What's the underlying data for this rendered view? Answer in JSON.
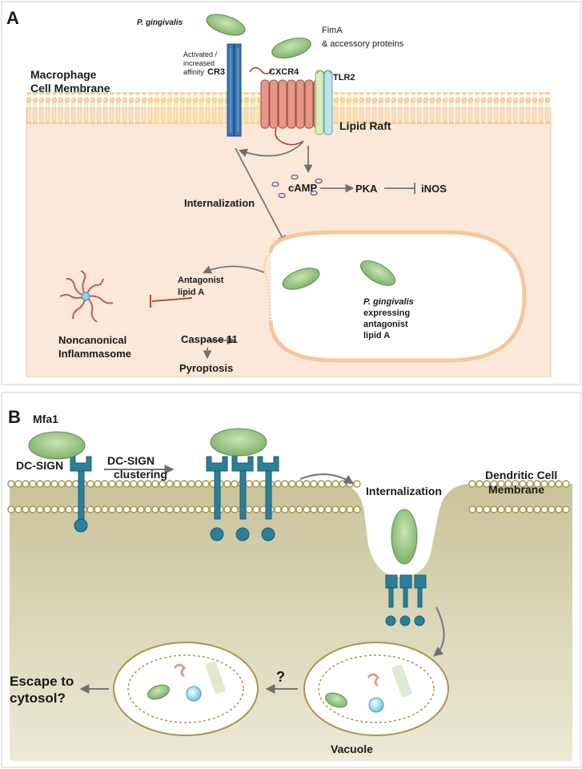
{
  "panel_a": {
    "letter": "A",
    "membrane_label_1": "Macrophage",
    "membrane_label_2": "Cell Membrane",
    "pathogen_top": "P. gingivalis",
    "fima_1": "FimA",
    "fima_2": "& accessory proteins",
    "activated_1": "Activated /",
    "activated_2": "increased",
    "activated_3": "affinity",
    "cr3": "CR3",
    "cxcr4": "CXCR4",
    "tlr2": "TLR2",
    "lipid_raft": "Lipid Raft",
    "camp": "cAMP",
    "pka": "PKA",
    "inos": "iNOS",
    "internalization": "Internalization",
    "antagonist_1": "Antagonist",
    "antagonist_2": "lipid A",
    "vacuole_1": "P. gingivalis",
    "vacuole_2": "expressing",
    "vacuole_3": "antagonist",
    "vacuole_4": "lipid A",
    "noncanonical_1": "Noncanonical",
    "noncanonical_2": "Inflammasome",
    "caspase": "Caspase 11",
    "pyroptosis": "Pyroptosis"
  },
  "panel_b": {
    "letter": "B",
    "mfa1": "Mfa1",
    "dcsign": "DC-SIGN",
    "clustering_1": "DC-SIGN",
    "clustering_2": "clustering",
    "internalization": "Internalization",
    "dc_membrane_1": "Dendritic Cell",
    "dc_membrane_2": "Membrane",
    "escape_1": "Escape to",
    "escape_2": "cytosol?",
    "question": "?",
    "vacuole": "Vacuole"
  },
  "colors": {
    "macrophage_cytoplasm": "#fbe8d8",
    "membrane_head": "#f8cfa0",
    "dc_cytoplasm": "#e4e1c3",
    "lipid_head": "#a8954c",
    "dc_sign": "#2a7f99",
    "bacterium": "#9ec98a",
    "cxcr4": "#d98a7a",
    "inhibit_red": "#c0302a",
    "arrow_gray": "#7a7a7a"
  }
}
